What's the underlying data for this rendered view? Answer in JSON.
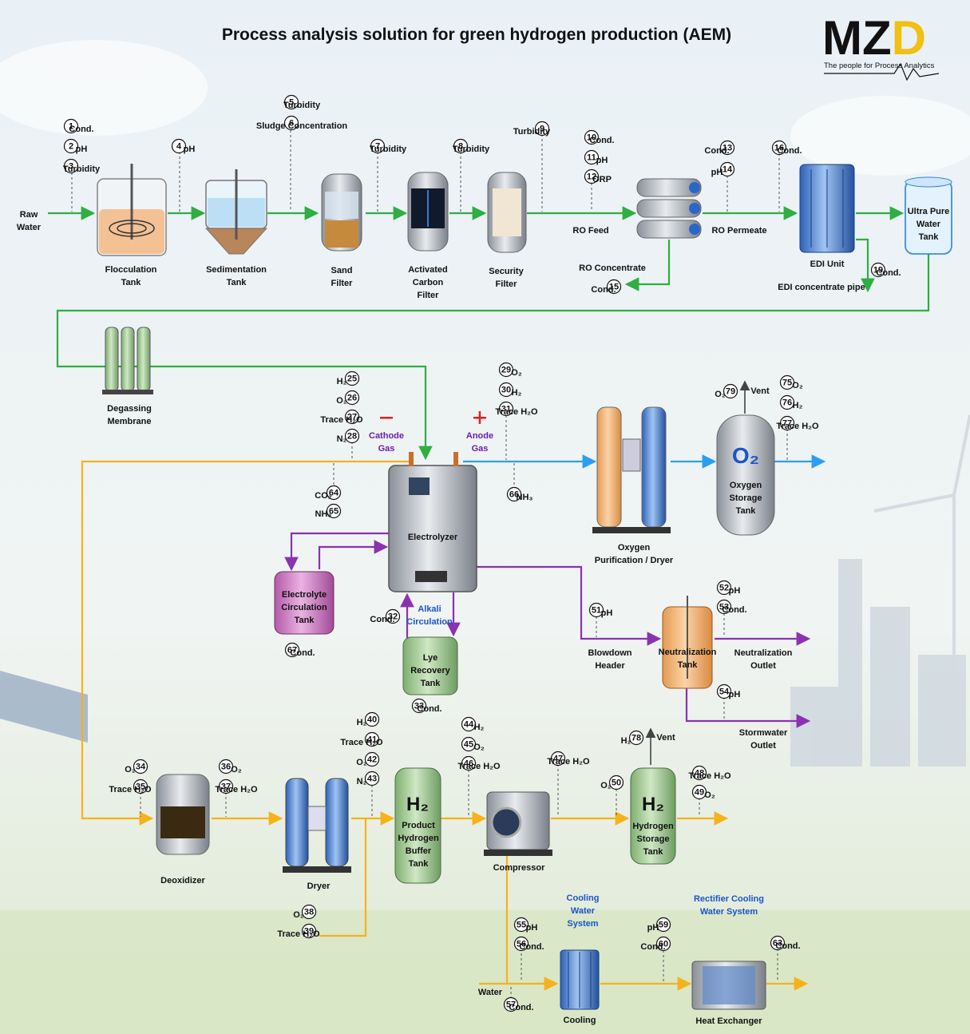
{
  "title": "Process analysis solution for green hydrogen production (AEM)",
  "logo": {
    "text": "MZD",
    "tagline": "The people for Process Analytics"
  },
  "units": {
    "raw_water": "Raw Water",
    "flocculation": "Flocculation Tank",
    "sedimentation": "Sedimentation Tank",
    "sand": "Sand Filter",
    "carbon": "Activated Carbon Filter",
    "security": "Security Filter",
    "ro_feed": "RO Feed",
    "ro_permeate": "RO Permeate",
    "ro_concentrate": "RO Concentrate",
    "edi": "EDI Unit",
    "edi_pipe": "EDI concentrate pipe",
    "upw": "Ultra Pure Water Tank",
    "degassing": "Degassing Membrane",
    "cathode": "Cathode Gas",
    "anode": "Anode Gas",
    "electrolyzer": "Electrolyzer",
    "oxy_purif": "Oxygen Purification / Dryer",
    "oxy_store": "Oxygen Storage Tank",
    "oxy_symbol": "O₂",
    "vent": "Vent",
    "ecirc": "Electrolyte Circulation Tank",
    "alkali": "Alkali Circulation",
    "lye": "Lye Recovery Tank",
    "blowdown": "Blowdown Header",
    "neutral": "Neutralization Tank",
    "neutral_out": "Neutralization Outlet",
    "storm": "Stormwater Outlet",
    "deox": "Deoxidizer",
    "dryer": "Dryer",
    "h2_symbol": "H₂",
    "buffer": "Product Hydrogen Buffer Tank",
    "compressor": "Compressor",
    "h2_store": "Hydrogen Storage Tank",
    "cooling_sys": "Cooling Water System",
    "rect_cool": "Rectifier Cooling Water System",
    "water": "Water",
    "cooling": "Cooling",
    "hex": "Heat Exchanger"
  },
  "measurements": [
    {
      "n": "1",
      "t": "Cond."
    },
    {
      "n": "2",
      "t": "pH"
    },
    {
      "n": "3",
      "t": "Turbidity"
    },
    {
      "n": "4",
      "t": "pH"
    },
    {
      "n": "5",
      "t": "Turbidity"
    },
    {
      "n": "6",
      "t": "Sludge Concentration"
    },
    {
      "n": "7",
      "t": "Turbidity"
    },
    {
      "n": "8",
      "t": "Turbidity"
    },
    {
      "n": "9",
      "t": "Turbidity"
    },
    {
      "n": "10",
      "t": "Cond."
    },
    {
      "n": "11",
      "t": "pH"
    },
    {
      "n": "12",
      "t": "ORP"
    },
    {
      "n": "13",
      "t": "Cond."
    },
    {
      "n": "14",
      "t": "pH"
    },
    {
      "n": "15",
      "t": "Cond."
    },
    {
      "n": "16",
      "t": "Cond."
    },
    {
      "n": "19",
      "t": "Cond."
    },
    {
      "n": "25",
      "t": "H₂"
    },
    {
      "n": "26",
      "t": "O₂"
    },
    {
      "n": "27",
      "t": "Trace H₂O"
    },
    {
      "n": "28",
      "t": "N₂"
    },
    {
      "n": "29",
      "t": "O₂"
    },
    {
      "n": "30",
      "t": "H₂"
    },
    {
      "n": "31",
      "t": "Trace H₂O"
    },
    {
      "n": "32",
      "t": "Cond."
    },
    {
      "n": "33",
      "t": "Cond."
    },
    {
      "n": "34",
      "t": "O₂"
    },
    {
      "n": "35",
      "t": "Trace H₂O"
    },
    {
      "n": "36",
      "t": "O₂"
    },
    {
      "n": "37",
      "t": "Trace H₂O"
    },
    {
      "n": "38",
      "t": "O₂"
    },
    {
      "n": "39",
      "t": "Trace H₂O"
    },
    {
      "n": "40",
      "t": "H₂"
    },
    {
      "n": "41",
      "t": "Trace H₂O"
    },
    {
      "n": "42",
      "t": "O₂"
    },
    {
      "n": "43",
      "t": "N₂"
    },
    {
      "n": "44",
      "t": "H₂"
    },
    {
      "n": "45",
      "t": "O₂"
    },
    {
      "n": "46",
      "t": "Trace H₂O"
    },
    {
      "n": "47",
      "t": "Trace H₂O"
    },
    {
      "n": "48",
      "t": "Trace H₂O"
    },
    {
      "n": "49",
      "t": "O₂"
    },
    {
      "n": "50",
      "t": "O₂"
    },
    {
      "n": "51",
      "t": "pH"
    },
    {
      "n": "52",
      "t": "pH"
    },
    {
      "n": "53",
      "t": "Cond."
    },
    {
      "n": "54",
      "t": "pH"
    },
    {
      "n": "55",
      "t": "pH"
    },
    {
      "n": "56",
      "t": "Cond."
    },
    {
      "n": "57",
      "t": "Cond."
    },
    {
      "n": "59",
      "t": "pH"
    },
    {
      "n": "60",
      "t": "Cond."
    },
    {
      "n": "63",
      "t": "Cond."
    },
    {
      "n": "64",
      "t": "CO₂"
    },
    {
      "n": "65",
      "t": "NH₃"
    },
    {
      "n": "66",
      "t": "NH₃"
    },
    {
      "n": "67",
      "t": "Cond."
    },
    {
      "n": "75",
      "t": "O₂"
    },
    {
      "n": "76",
      "t": "H₂"
    },
    {
      "n": "77",
      "t": "Trace H₂O"
    },
    {
      "n": "78",
      "t": "H₂"
    },
    {
      "n": "79",
      "t": "O₂"
    }
  ]
}
